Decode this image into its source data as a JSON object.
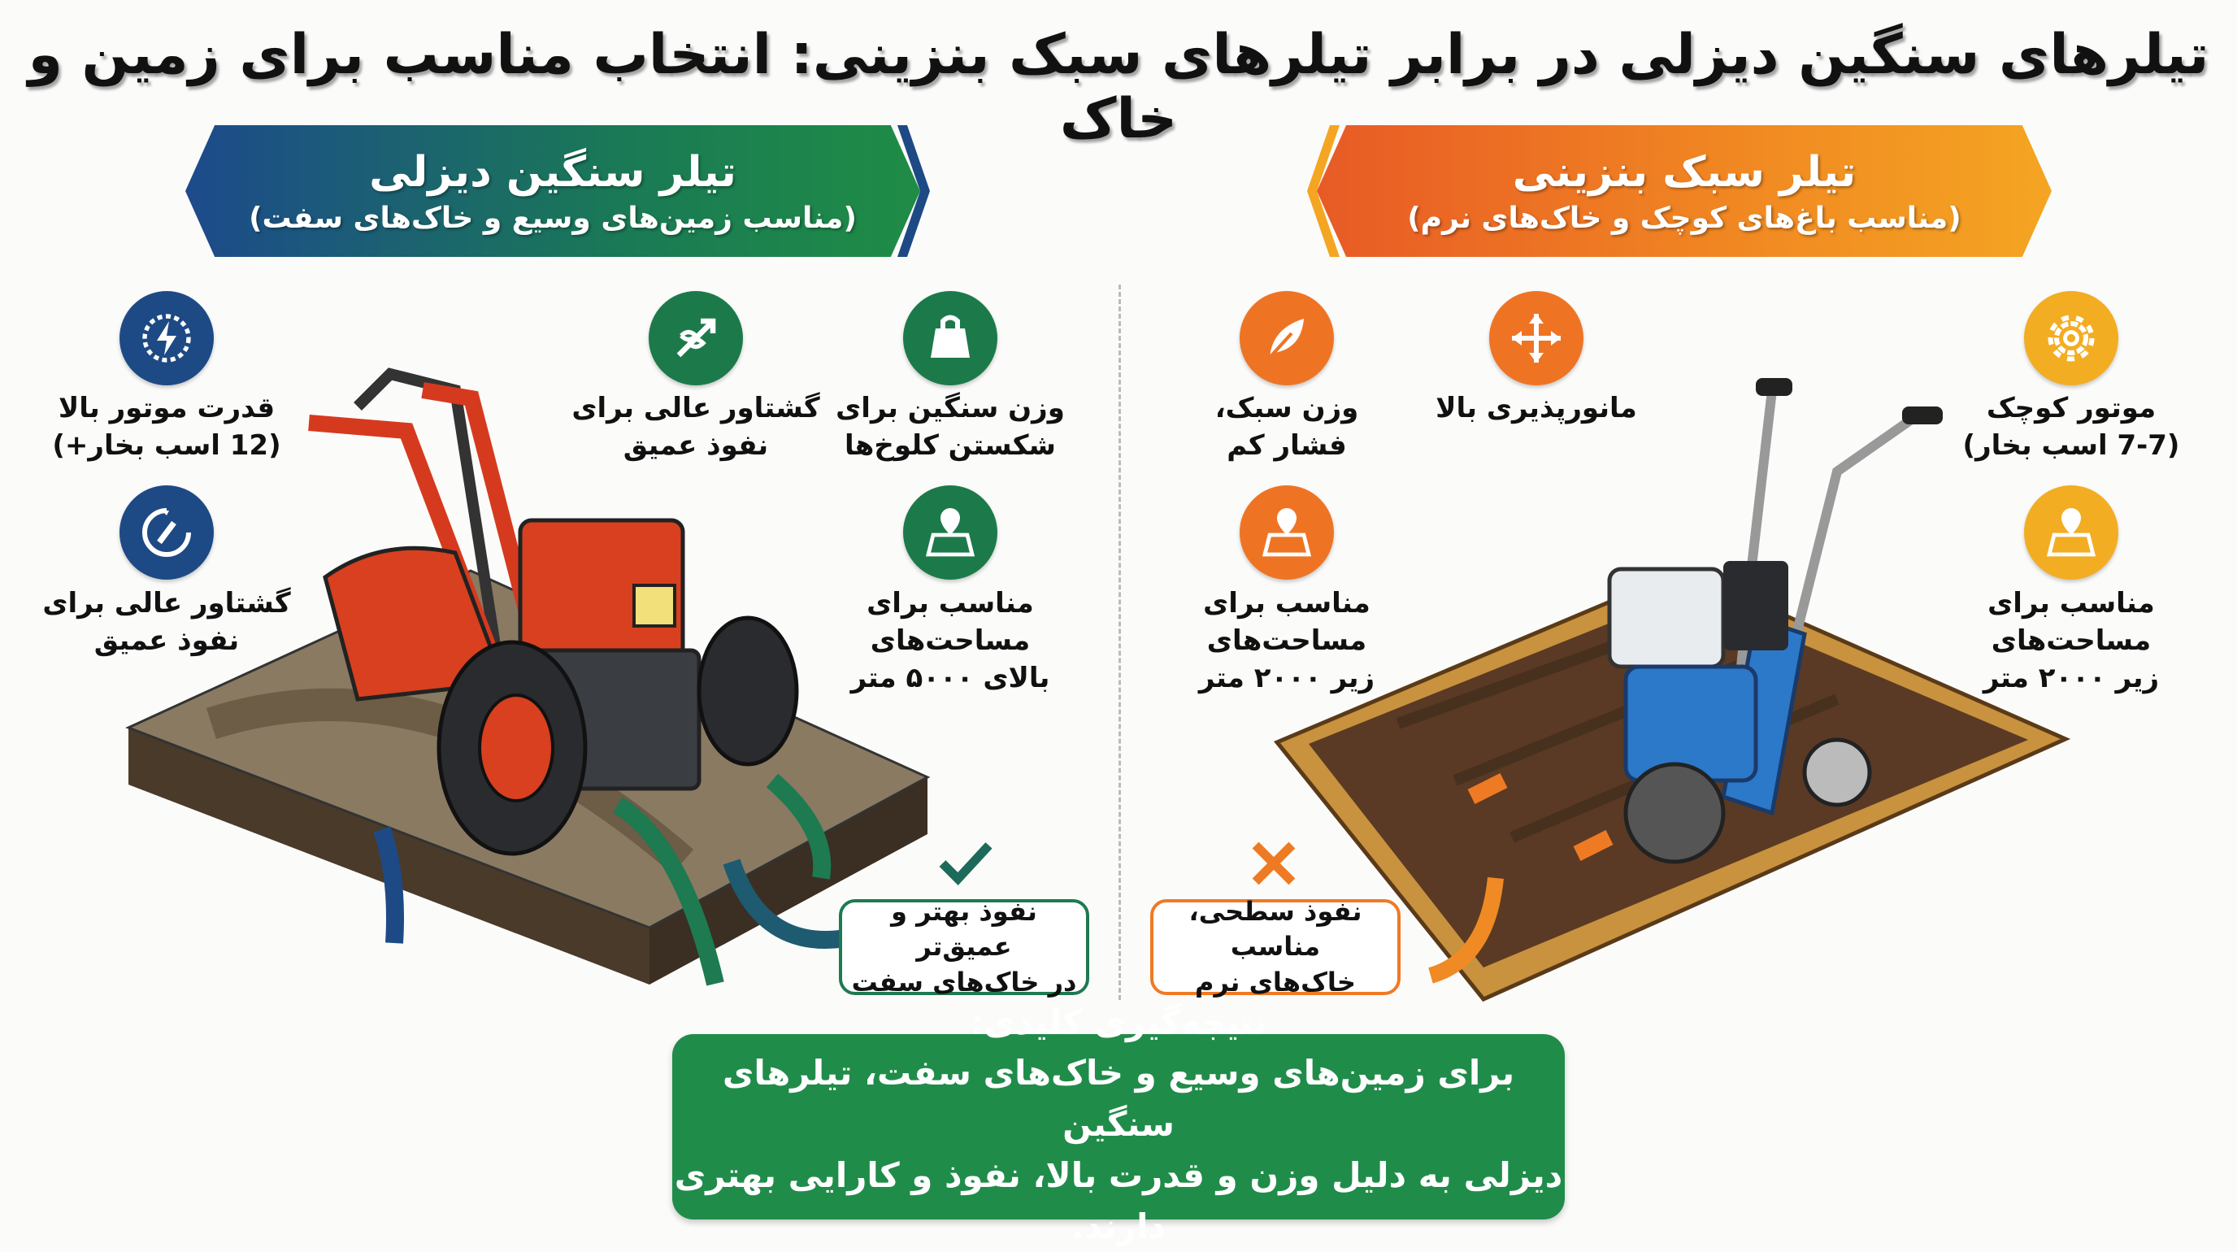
{
  "title": "تیلرهای سنگین دیزلی در برابر تیلرهای سبک بنزینی: انتخاب مناسب برای زمین و خاک",
  "diesel": {
    "heading": "تیلر سنگین دیزلی",
    "subheading": "(مناسب زمین‌های وسیع و خاک‌های سفت)",
    "color": "#1d4a85",
    "features": [
      {
        "icon": "power-gauge-icon",
        "text": "قدرت موتور بالا\n(12 اسب بخار+)"
      },
      {
        "icon": "torque-icon",
        "text": "گشتاور عالی برای\nنفوذ عمیق"
      },
      {
        "icon": "weight-icon",
        "text": "وزن سنگین برای\nشکستن کلوخ‌ها"
      },
      {
        "icon": "speedometer-icon",
        "text": "گشتاور عالی برای\nنفوذ عمیق"
      },
      {
        "icon": "map-pin-icon",
        "text": "مناسب برای مساحت‌های\nبالای ۵۰۰۰ متر"
      }
    ],
    "callout": "نفوذ بهتر و عمیق‌تر\nدر خاک‌های سفت",
    "callout_mark": "check-icon"
  },
  "gasoline": {
    "heading": "تیلر سبک بنزینی",
    "subheading": "(مناسب باغ‌های کوچک و خاک‌های نرم)",
    "color": "#ee7424",
    "features": [
      {
        "icon": "feather-icon",
        "text": "وزن سبک،\nفشار کم"
      },
      {
        "icon": "move-arrows-icon",
        "text": "مانورپذیری بالا"
      },
      {
        "icon": "gear-icon",
        "text": "موتور کوچک\n(7-7 اسب بخار)"
      },
      {
        "icon": "map-pin-icon",
        "text": "مناسب برای مساحت‌های\nزیر ۲۰۰۰ متر"
      },
      {
        "icon": "map-pin-icon",
        "text": "مناسب برای مساحت‌های\nزیر ۲۰۰۰ متر"
      }
    ],
    "callout": "نفوذ سطحی، مناسب\nخاک‌های نرم",
    "callout_mark": "x-icon"
  },
  "conclusion": {
    "title": "نتیجه‌گیری کلیدی:",
    "line1": "برای زمین‌های وسیع و خاک‌های سفت، تیلرهای سنگین",
    "line2": "دیزلی به دلیل وزن و قدرت بالا، نفوذ و کارایی بهتری دارند.",
    "color": "#208c4a"
  }
}
